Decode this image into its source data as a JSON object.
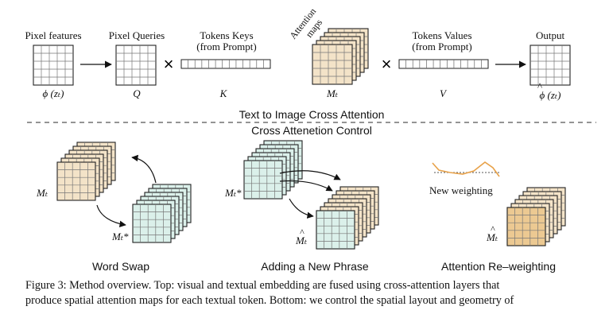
{
  "top": {
    "pixel_features": {
      "label": "Pixel features",
      "symbol": "ϕ (zₜ)"
    },
    "pixel_queries": {
      "label": "Pixel Queries",
      "symbol": "Q"
    },
    "tokens_keys": {
      "label_line1": "Tokens Keys",
      "label_line2": "(from Prompt)",
      "symbol": "K"
    },
    "attention_maps": {
      "label_line1": "Attention",
      "label_line2": "maps",
      "symbol": "Mₜ"
    },
    "tokens_values": {
      "label_line1": "Tokens Values",
      "label_line2": "(from Prompt)",
      "symbol": "V"
    },
    "output": {
      "label": "Output",
      "symbol": "ϕ (zₜ)",
      "hat": "^"
    },
    "multiply_symbol": "×"
  },
  "divider": {
    "top_title": "Text to Image Cross Attention",
    "bottom_title": "Cross Attenetion Control"
  },
  "bottom": {
    "word_swap": {
      "title": "Word Swap",
      "m_label": "Mₜ",
      "m_star_label": "Mₜ*"
    },
    "new_phrase": {
      "title": "Adding a New Phrase",
      "m_star_label": "Mₜ*",
      "m_hat_label": "Mₜ"
    },
    "reweight": {
      "title": "Attention Re–weighting",
      "weighting_label": "New weighting",
      "m_hat_label": "Mₜ"
    }
  },
  "colors": {
    "warm_map": "#f3e3c8",
    "warm_map_dark": "#ecc992",
    "cool_map": "#dbf0ea",
    "weight_line": "#e8a24a"
  },
  "caption": {
    "line1": "Figure 3: Method overview. Top: visual and textual embedding are fused using cross-attention layers that",
    "line2": "produce spatial attention maps for each textual token. Bottom: we control the spatial layout and geometry of"
  }
}
